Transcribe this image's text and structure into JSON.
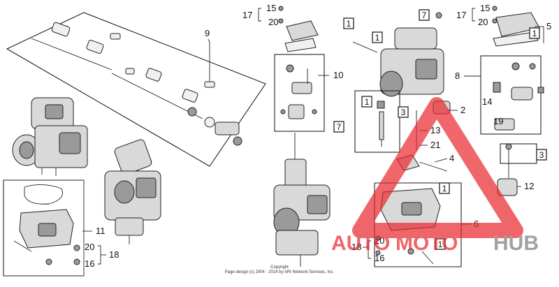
{
  "callouts": {
    "n2": "2",
    "n4": "4",
    "n5": "5",
    "n6": "6",
    "n8": "8",
    "n9": "9",
    "n10": "10",
    "n11": "11",
    "n12": "12",
    "n13": "13",
    "n14": "14",
    "n15a": "15",
    "n15b": "15",
    "n16a": "16",
    "n16b": "16",
    "n17a": "17",
    "n17b": "17",
    "n18a": "18",
    "n18b": "18",
    "n19": "19",
    "n20a": "20",
    "n20b": "20",
    "n20c": "20",
    "n20d": "20",
    "n21": "21"
  },
  "boxed": {
    "b1a": "1",
    "b1b": "1",
    "b1c": "1",
    "b1d": "1",
    "b1e": "1",
    "b1f": "1",
    "b3a": "3",
    "b3b": "3",
    "b7a": "7",
    "b7b": "7"
  },
  "copyright": {
    "line1": "Copyright",
    "line2": "Page design (c) 2004 - 2014 by ARI Network Services, Inc."
  },
  "watermark": {
    "part1": "AUTO",
    "part2": "MOTO",
    "part3": "HUB",
    "color_red": "#e8262b",
    "color_gray": "#7a7a7a"
  }
}
